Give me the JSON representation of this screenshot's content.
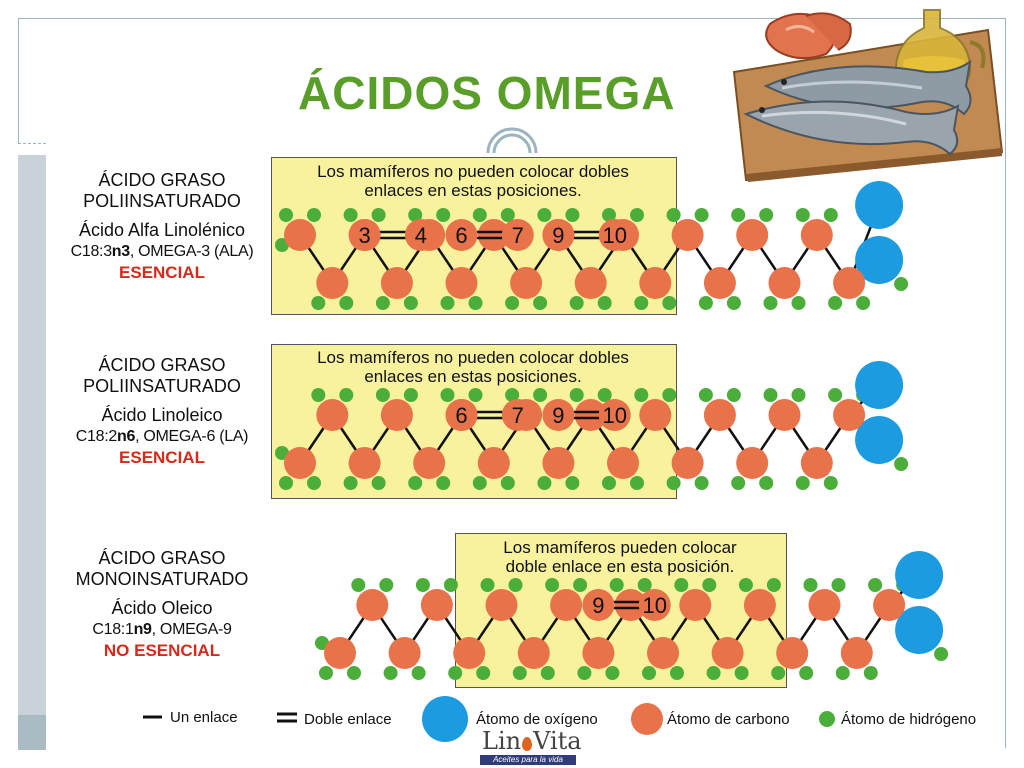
{
  "title": "ÁCIDOS OMEGA",
  "rows": [
    {
      "type_line1": "ÁCIDO GRASO",
      "type_line2": "POLIINSATURADO",
      "name": "Ácido Alfa Linolénico",
      "formula_a": "C18:3",
      "formula_b": "n3",
      "formula_c": ", OMEGA-3 (ALA)",
      "essential": "ESENCIAL",
      "box_caption_1": "Los mamíferos no pueden colocar dobles",
      "box_caption_2": "enlaces en estas posiciones.",
      "bond_pairs": [
        [
          "3",
          "4"
        ],
        [
          "6",
          "7"
        ],
        [
          "9",
          "10"
        ]
      ]
    },
    {
      "type_line1": "ÁCIDO GRASO",
      "type_line2": "POLIINSATURADO",
      "name": "Ácido Linoleico",
      "formula_a": "C18:2",
      "formula_b": "n6",
      "formula_c": ", OMEGA-6 (LA)",
      "essential": "ESENCIAL",
      "box_caption_1": "Los mamíferos no pueden colocar dobles",
      "box_caption_2": "enlaces en estas posiciones.",
      "bond_pairs": [
        [
          "6",
          "7"
        ],
        [
          "9",
          "10"
        ]
      ]
    },
    {
      "type_line1": "ÁCIDO GRASO",
      "type_line2": "MONOINSATURADO",
      "name": "Ácido Oleico",
      "formula_a": "C18:1",
      "formula_b": "n9",
      "formula_c": ", OMEGA-9",
      "essential": "NO ESENCIAL",
      "box_caption_1": "Los mamíferos pueden colocar",
      "box_caption_2": "doble enlace en esta posición.",
      "bond_pairs": [
        [
          "9",
          "10"
        ]
      ]
    }
  ],
  "legend": {
    "single_bond": "Un enlace",
    "double_bond": "Doble enlace",
    "oxygen": "Átomo de oxígeno",
    "carbon": "Átomo de carbono",
    "hydrogen": "Átomo de hidrógeno"
  },
  "logo": {
    "part1": "Lin",
    "part2": "Vita",
    "tagline": "Aceites para la vida"
  },
  "colors": {
    "title": "#5a9e2a",
    "carbon": "#e8734a",
    "hydrogen": "#4cae3a",
    "oxygen": "#1d9be0",
    "box": "#f8f19d",
    "essential": "#d62a1a"
  }
}
